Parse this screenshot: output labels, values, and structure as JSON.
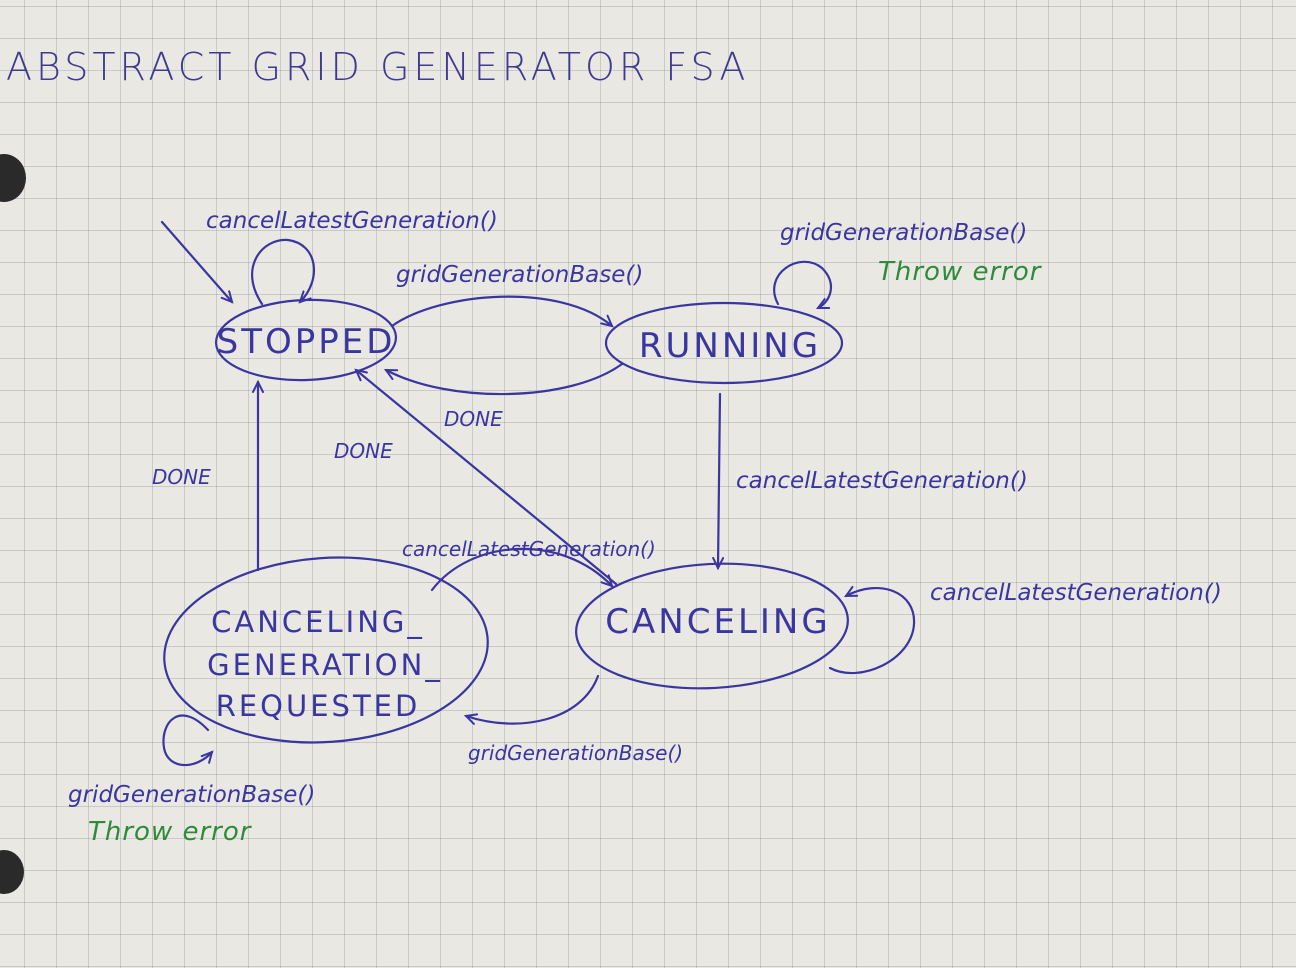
{
  "title": "ABSTRACT GRID GENERATOR FSA",
  "states": {
    "stopped": "STOPPED",
    "running": "RUNNING",
    "canceling": "CANCELING",
    "cgr_line1": "CANCELING_",
    "cgr_line2": "GENERATION_",
    "cgr_line3": "REQUESTED"
  },
  "transitions": {
    "stopped_self": "cancelLatestGeneration()",
    "stopped_to_running": "gridGenerationBase()",
    "running_self": "gridGenerationBase()",
    "running_self_note": "Throw error",
    "running_to_stopped": "DONE",
    "running_to_canceling": "cancelLatestGeneration()",
    "canceling_to_stopped": "DONE",
    "cgr_to_stopped": "DONE",
    "cgr_to_canceling": "cancelLatestGeneration()",
    "canceling_self": "cancelLatestGeneration()",
    "canceling_to_cgr": "gridGenerationBase()",
    "cgr_self": "gridGenerationBase()",
    "cgr_self_note": "Throw error"
  },
  "colors": {
    "ink": "#3b35a0",
    "note": "#2f8a3a",
    "paper": "#e9e8e2"
  }
}
